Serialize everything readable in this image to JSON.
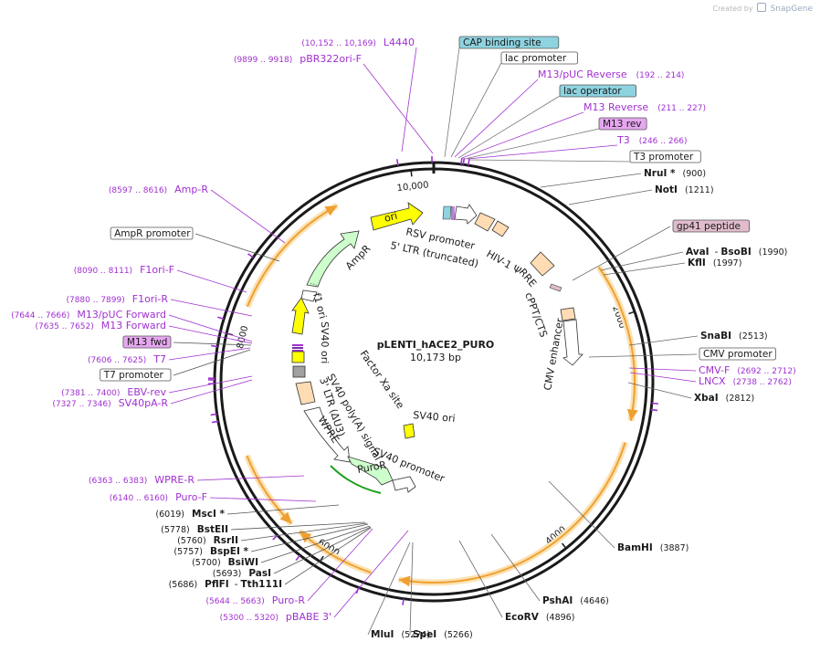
{
  "app": {
    "created_by": "Created by",
    "brand": "SnapGene"
  },
  "plasmid": {
    "name": "pLENTI_hACE2_PURO",
    "size_label": "10,173 bp",
    "length": 10173
  },
  "colors": {
    "backbone": "#1a1a1a",
    "primer": "#a030d0",
    "feature_orange": "#f0a030",
    "feature_orange_glow": "#fbe2b4",
    "ori_yellow": "#ffff00",
    "ampr_green": "#ccffcc",
    "puro_green": "#ccffcc",
    "promoter_white": "#ffffff",
    "ltr_peach": "#ffdcb4",
    "cap_site_teal": "#8ed3e0",
    "m13_rev_magenta": "#e6a6f0",
    "gp41_pink": "#e0bccc",
    "grey_block": "#a0a0a0",
    "enzyme_line": "#555555"
  },
  "ticks": [
    {
      "bp": 2000,
      "label": "2000"
    },
    {
      "bp": 4000,
      "label": "4000"
    },
    {
      "bp": 6000,
      "label": "6000"
    },
    {
      "bp": 8000,
      "label": "8000"
    },
    {
      "bp": 10000,
      "label": "10,000"
    }
  ],
  "top_labels": [
    {
      "name": "L4440",
      "range": "(10,152 .. 10,169)",
      "kind": "primer",
      "bp": 10160
    },
    {
      "name": "pBR322ori-F",
      "range": "(9899 .. 9918)",
      "kind": "primer",
      "bp": 9908
    },
    {
      "name": "CAP binding site",
      "range": "",
      "kind": "boxed-teal",
      "bp": 20
    },
    {
      "name": "lac promoter",
      "range": "",
      "kind": "boxed-white",
      "bp": 60
    },
    {
      "name": "M13/pUC Reverse",
      "range": "(192 .. 214)",
      "kind": "primer",
      "bp": 203
    },
    {
      "name": "lac operator",
      "range": "",
      "kind": "boxed-teal",
      "bp": 175
    },
    {
      "name": "M13 Reverse",
      "range": "(211 .. 227)",
      "kind": "primer",
      "bp": 219
    },
    {
      "name": "M13 rev",
      "range": "",
      "kind": "boxed-magenta",
      "bp": 225
    },
    {
      "name": "T3",
      "range": "(246 .. 266)",
      "kind": "primer",
      "bp": 256
    },
    {
      "name": "T3 promoter",
      "range": "",
      "kind": "boxed-white",
      "bp": 275
    }
  ],
  "right_labels": [
    {
      "name": "NruI *",
      "pos": "(900)",
      "kind": "enzyme",
      "bp": 900
    },
    {
      "name": "NotI",
      "pos": "(1211)",
      "kind": "enzyme",
      "bp": 1211
    },
    {
      "name": "gp41 peptide",
      "pos": "",
      "kind": "boxed-pink",
      "bp": 1820
    },
    {
      "name": "AvaI",
      "name2": "BsoBI",
      "pos": "(1990)",
      "kind": "enzyme",
      "bp": 1990
    },
    {
      "name": "KflI",
      "pos": "(1997)",
      "kind": "enzyme",
      "bp": 1997
    },
    {
      "name": "SnaBI",
      "pos": "(2513)",
      "kind": "enzyme",
      "bp": 2513
    },
    {
      "name": "CMV promoter",
      "pos": "",
      "kind": "boxed-white",
      "bp": 2600
    },
    {
      "name": "CMV-F",
      "pos": "(2692 .. 2712)",
      "kind": "primer",
      "bp": 2702
    },
    {
      "name": "LNCX",
      "pos": "(2738 .. 2762)",
      "kind": "primer",
      "bp": 2750
    },
    {
      "name": "XbaI",
      "pos": "(2812)",
      "kind": "enzyme",
      "bp": 2812
    },
    {
      "name": "BamHI",
      "pos": "(3887)",
      "kind": "enzyme",
      "bp": 3887
    },
    {
      "name": "PshAI",
      "pos": "(4646)",
      "kind": "enzyme",
      "bp": 4646
    },
    {
      "name": "EcoRV",
      "pos": "(4896)",
      "kind": "enzyme",
      "bp": 4896
    },
    {
      "name": "SpeI",
      "pos": "(5266)",
      "kind": "enzyme",
      "bp": 5266
    },
    {
      "name": "MluI",
      "pos": "(5274)",
      "kind": "enzyme",
      "bp": 5274
    }
  ],
  "left_labels": [
    {
      "name": "Amp-R",
      "range": "(8597 .. 8616)",
      "kind": "primer",
      "bp": 8606
    },
    {
      "name": "AmpR promoter",
      "range": "",
      "kind": "boxed-white",
      "bp": 8720
    },
    {
      "name": "F1ori-F",
      "range": "(8090 .. 8111)",
      "kind": "primer",
      "bp": 8100
    },
    {
      "name": "F1ori-R",
      "range": "(7880 .. 7899)",
      "kind": "primer",
      "bp": 7890
    },
    {
      "name": "M13/pUC Forward",
      "range": "(7644 .. 7666)",
      "kind": "primer",
      "bp": 7655
    },
    {
      "name": "M13 Forward",
      "range": "(7635 .. 7652)",
      "kind": "primer",
      "bp": 7643
    },
    {
      "name": "M13 fwd",
      "range": "",
      "kind": "boxed-magenta",
      "bp": 7630
    },
    {
      "name": "T7",
      "range": "(7606 .. 7625)",
      "kind": "primer",
      "bp": 7615
    },
    {
      "name": "T7 promoter",
      "range": "",
      "kind": "boxed-white",
      "bp": 7600
    },
    {
      "name": "EBV-rev",
      "range": "(7381 .. 7400)",
      "kind": "primer",
      "bp": 7390
    },
    {
      "name": "SV40pA-R",
      "range": "(7327 .. 7346)",
      "kind": "primer",
      "bp": 7336
    },
    {
      "name": "WPRE-R",
      "range": "(6363 .. 6383)",
      "kind": "primer",
      "bp": 6373
    },
    {
      "name": "Puro-F",
      "range": "(6140 .. 6160)",
      "kind": "primer",
      "bp": 6150
    },
    {
      "name": "MscI *",
      "range": "(6019)",
      "kind": "enzyme",
      "bp": 6019
    },
    {
      "name": "BstEII",
      "range": "(5778)",
      "kind": "enzyme",
      "bp": 5778
    },
    {
      "name": "RsrII",
      "range": "(5760)",
      "kind": "enzyme",
      "bp": 5760
    },
    {
      "name": "BspEI *",
      "range": "(5757)",
      "kind": "enzyme",
      "bp": 5757
    },
    {
      "name": "BsiWI",
      "range": "(5700)",
      "kind": "enzyme",
      "bp": 5700
    },
    {
      "name": "PasI",
      "range": "(5693)",
      "kind": "enzyme",
      "bp": 5693
    },
    {
      "name": "PflFI",
      "name2": "Tth111I",
      "range": "(5686)",
      "kind": "enzyme",
      "bp": 5686
    },
    {
      "name": "Puro-R",
      "range": "(5644 .. 5663)",
      "kind": "primer",
      "bp": 5653
    },
    {
      "name": "pBABE 3'",
      "range": "(5300 .. 5320)",
      "kind": "primer",
      "bp": 5310
    }
  ],
  "feature_labels": [
    {
      "text": "ori"
    },
    {
      "text": "RSV promoter"
    },
    {
      "text": "5' LTR (truncated)"
    },
    {
      "text": "HIV-1 Ψ"
    },
    {
      "text": "RRE"
    },
    {
      "text": "AmpR"
    },
    {
      "text": "cPPT/CTS"
    },
    {
      "text": "CMV enhancer"
    },
    {
      "text": "f1 ori"
    },
    {
      "text": "SV40 ori"
    },
    {
      "text": "Factor Xa site"
    },
    {
      "text": "SV40 poly(A) signal"
    },
    {
      "text": "3' LTR (ΔU3)"
    },
    {
      "text": "SV40 ori"
    },
    {
      "text": "WPRE"
    },
    {
      "text": "SV40 promoter"
    },
    {
      "text": "PuroR"
    }
  ],
  "outer_arcs": [
    {
      "start": 1560,
      "end": 2860,
      "dir": "cw"
    },
    {
      "start": 3040,
      "end": 5370,
      "dir": "cw"
    },
    {
      "start": 5600,
      "end": 6270,
      "dir": "cw"
    },
    {
      "start": 6360,
      "end": 7020,
      "dir": "ccw"
    },
    {
      "start": 8250,
      "end": 9360,
      "dir": "cw"
    }
  ]
}
